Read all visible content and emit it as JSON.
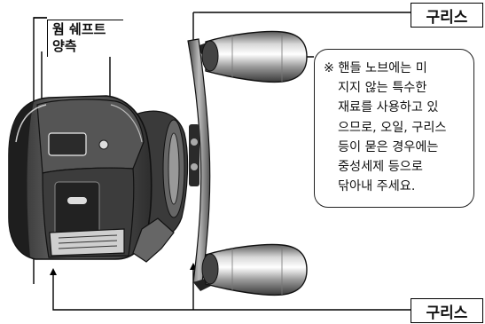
{
  "labels": {
    "grease_top": "구리스",
    "grease_bottom": "구리스",
    "worm_shaft_line1": "웜 쉐프트",
    "worm_shaft_line2": "양측"
  },
  "note": {
    "lines": [
      "※ 핸들 노브에는 미",
      "지지 않는 특수한",
      "재료를 사용하고 있",
      "으므로, 오일, 구리스",
      "등이 묻은 경우에는",
      "중성세제 등으로",
      "닦아내 주세요."
    ]
  }
}
